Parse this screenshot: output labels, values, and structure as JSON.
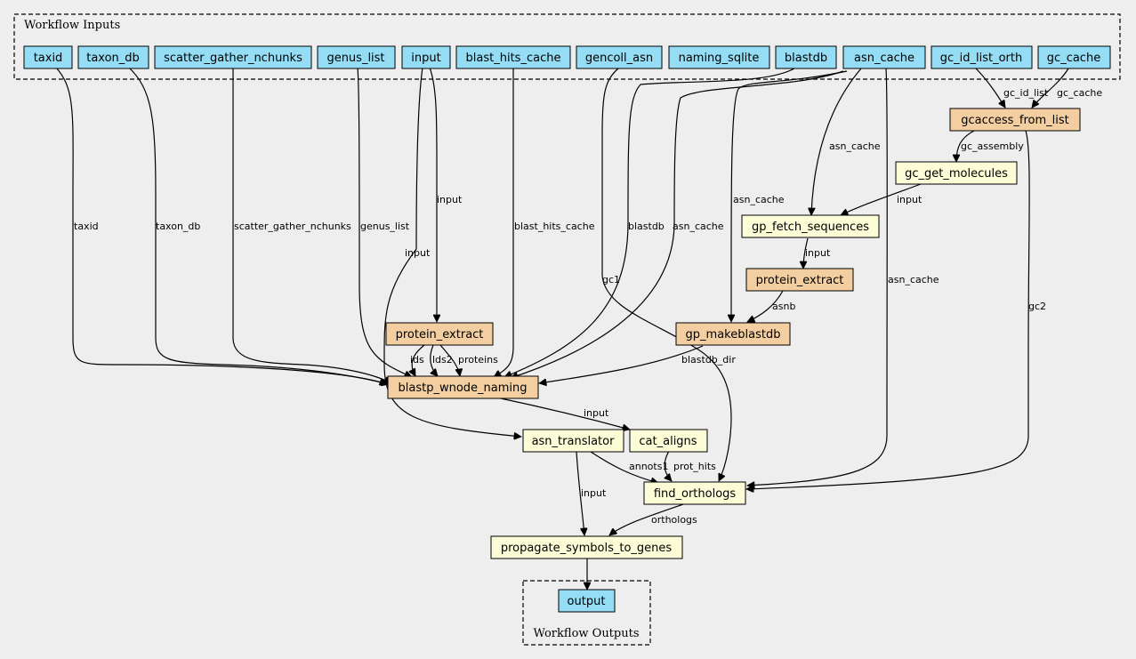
{
  "colors": {
    "background": "#eeeeee",
    "input_node": "#94ddf4",
    "step_node": "#f3cea1",
    "tool_node": "#fcfcd7",
    "output_node": "#94ddf4"
  },
  "clusters": {
    "inputs_title": "Workflow Inputs",
    "outputs_title": "Workflow Outputs"
  },
  "nodes": {
    "taxid": "taxid",
    "taxon_db": "taxon_db",
    "scatter_gather_nchunks": "scatter_gather_nchunks",
    "genus_list": "genus_list",
    "input": "input",
    "blast_hits_cache": "blast_hits_cache",
    "gencoll_asn": "gencoll_asn",
    "naming_sqlite": "naming_sqlite",
    "blastdb": "blastdb",
    "asn_cache": "asn_cache",
    "gc_id_list_orth": "gc_id_list_orth",
    "gc_cache": "gc_cache",
    "gcaccess_from_list": "gcaccess_from_list",
    "gc_get_molecules": "gc_get_molecules",
    "gp_fetch_sequences": "gp_fetch_sequences",
    "protein_extract_1": "protein_extract",
    "protein_extract_2": "protein_extract",
    "gp_makeblastdb": "gp_makeblastdb",
    "blastp_wnode_naming": "blastp_wnode_naming",
    "asn_translator": "asn_translator",
    "cat_aligns": "cat_aligns",
    "find_orthologs": "find_orthologs",
    "propagate_symbols_to_genes": "propagate_symbols_to_genes",
    "output": "output"
  },
  "edge_labels": {
    "taxid": "taxid",
    "taxon_db": "taxon_db",
    "scatter_gather_nchunks": "scatter_gather_nchunks",
    "genus_list": "genus_list",
    "input_pe": "input",
    "input_at": "input",
    "blast_hits_cache": "blast_hits_cache",
    "blastdb": "blastdb",
    "asn_cache_bw": "asn_cache",
    "asn_cache_mk": "asn_cache",
    "asn_cache_fetch": "asn_cache",
    "asn_cache_fo": "asn_cache",
    "gc1": "gc1",
    "gc_id_list": "gc_id_list",
    "gc_cache": "gc_cache",
    "gc_assembly": "gc_assembly",
    "gc2": "gc2",
    "gcm_input": "input",
    "fetch_input": "input",
    "asnb": "asnb",
    "ids": "ids",
    "lds2": "lds2",
    "proteins": "proteins",
    "blastdb_dir": "blastdb_dir",
    "bw_input": "input",
    "annots1": "annots1",
    "prot_hits": "prot_hits",
    "at_input": "input",
    "orthologs": "orthologs"
  }
}
